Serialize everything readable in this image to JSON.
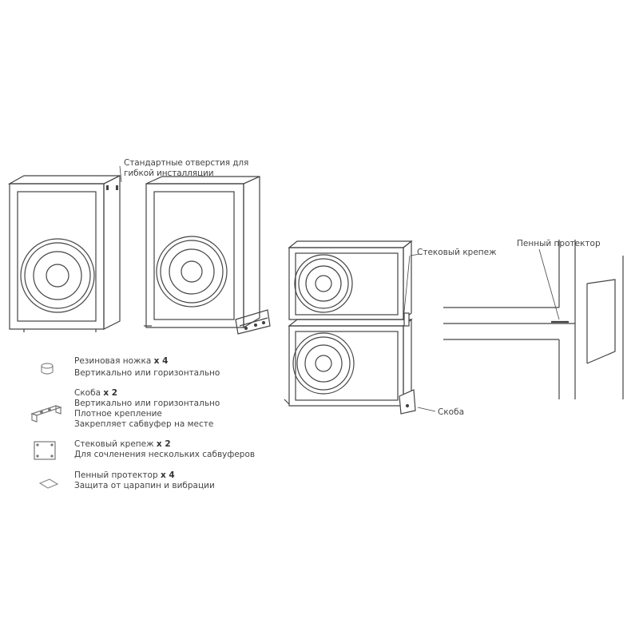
{
  "callouts": {
    "holes": [
      "Стандартные   отверстия   для",
      "гибкой инсталляции"
    ],
    "stack": "Стековый крепеж",
    "bracket": "Скоба",
    "foam": "Пенный протектор"
  },
  "accessories": [
    {
      "icon": "rubber-foot",
      "title": "Резиновая ножка",
      "qty": "x 4",
      "lines": [
        "Вертикально или горизонтально"
      ]
    },
    {
      "icon": "bracket",
      "title": "Скоба",
      "qty": "x 2",
      "lines": [
        "Вертикально или горизонтально",
        "Плотное крепление",
        "Закрепляет сабвуфер на месте"
      ]
    },
    {
      "icon": "stack-plate",
      "title": "Стековый крепеж",
      "qty": "x 2",
      "lines": [
        "Для сочленения нескольких сабвуферов"
      ]
    },
    {
      "icon": "foam-pad",
      "title": "Пенный протектор",
      "qty": "x 4",
      "lines": [
        "Защита от царапин и вибрации"
      ]
    }
  ]
}
